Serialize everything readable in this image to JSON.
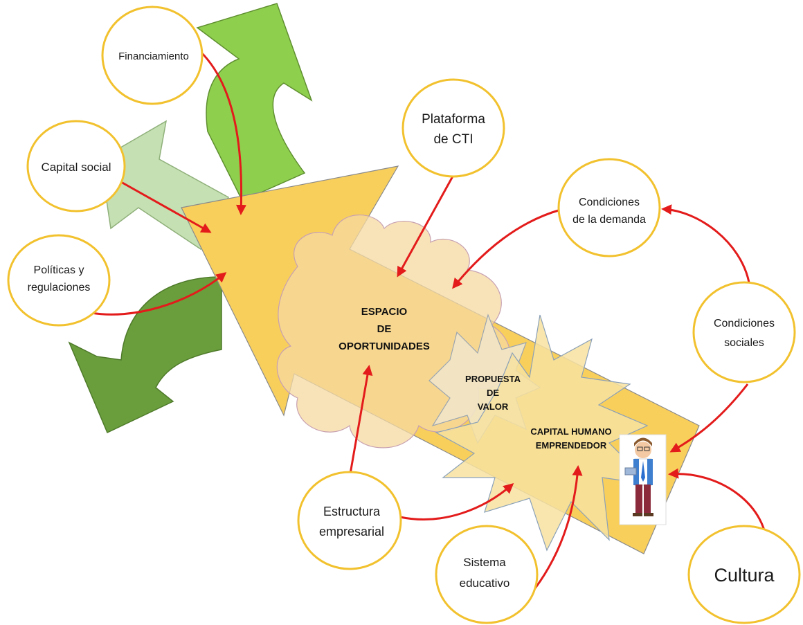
{
  "colors": {
    "bubble_border": "#f2c12e",
    "arrow_red": "#e31b1b",
    "big_arrow_fill": "#f9cf5c",
    "green_bright": "#8fcf4e",
    "green_light": "#c5e0b3",
    "green_dark": "#6a9e3c",
    "cloud_fill": "#f6d9a2"
  },
  "external_factors": {
    "financiamiento": "Financiamiento",
    "capital_social": "Capital social",
    "politicas_line1": "Políticas y",
    "politicas_line2": "regulaciones",
    "plataforma_line1": "Plataforma",
    "plataforma_line2": "de CTI",
    "condiciones_demanda_line1": "Condiciones",
    "condiciones_demanda_line2": "de la demanda",
    "condiciones_sociales_line1": "Condiciones",
    "condiciones_sociales_line2": "sociales",
    "estructura_line1": "Estructura",
    "estructura_line2": "empresarial",
    "sistema_line1": "Sistema",
    "sistema_line2": "educativo",
    "cultura": "Cultura"
  },
  "core": {
    "espacio_line1": "ESPACIO",
    "espacio_line2": "DE",
    "espacio_line3": "OPORTUNIDADES",
    "propuesta_line1": "PROPUESTA",
    "propuesta_line2": "DE",
    "propuesta_line3": "VALOR",
    "capital_line1": "CAPITAL HUMANO",
    "capital_line2": "EMPRENDEDOR"
  },
  "icons": {
    "entrepreneur": "entrepreneur-person-icon"
  }
}
